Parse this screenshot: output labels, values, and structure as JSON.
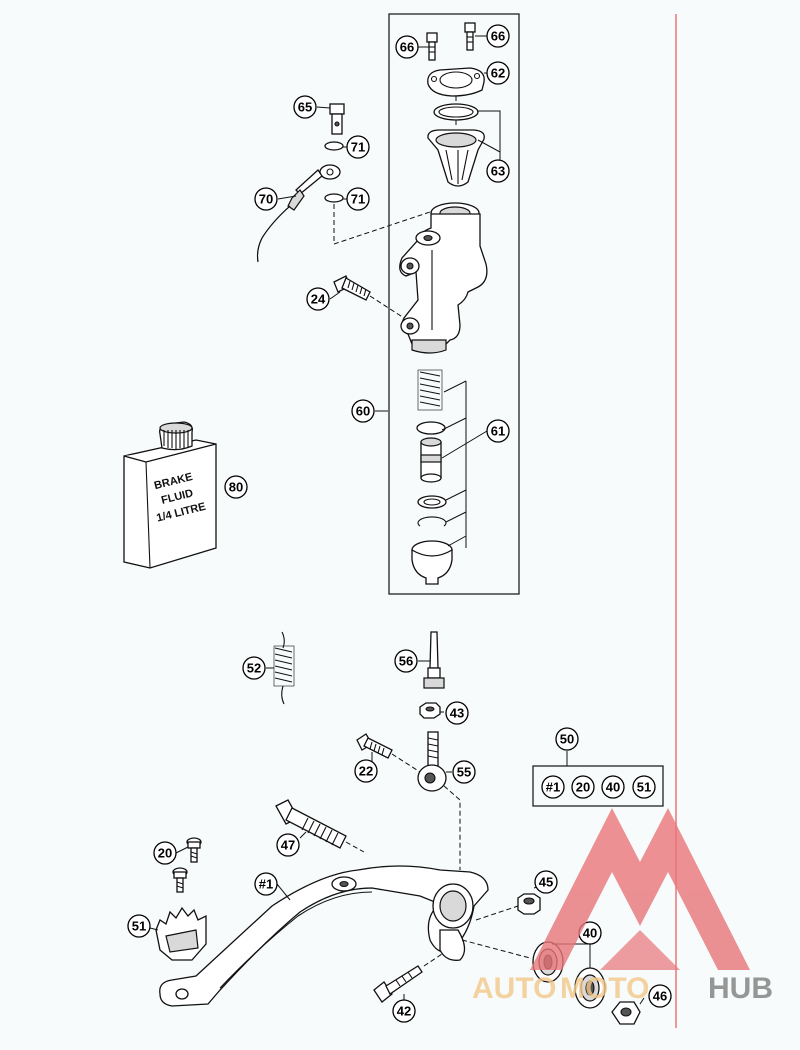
{
  "colors": {
    "background": "#f7fbfb",
    "margin_line": "#e8767a",
    "watermark_red": "#e8767a",
    "watermark_orange": "#f3c98a",
    "watermark_gray": "#7d7d7d"
  },
  "bottle": {
    "line1": "BRAKE",
    "line2": "FLUID",
    "line3": "1/4 LITRE"
  },
  "watermark": {
    "part1": "AUTO",
    "part2": "MOTO",
    "part3": "HUB"
  },
  "callouts": {
    "c66a": "66",
    "c66b": "66",
    "c62": "62",
    "c63": "63",
    "c65": "65",
    "c71a": "71",
    "c71b": "71",
    "c70": "70",
    "c24": "24",
    "c60": "60",
    "c61": "61",
    "c80": "80",
    "c52": "52",
    "c56": "56",
    "c43": "43",
    "c22": "22",
    "c55": "55",
    "c50": "50",
    "k1": "#1",
    "k20": "20",
    "k40": "40",
    "k51": "51",
    "c47": "47",
    "c20": "20",
    "c1": "#1",
    "c45": "45",
    "c51": "51",
    "c40": "40",
    "c42": "42",
    "c46": "46"
  }
}
